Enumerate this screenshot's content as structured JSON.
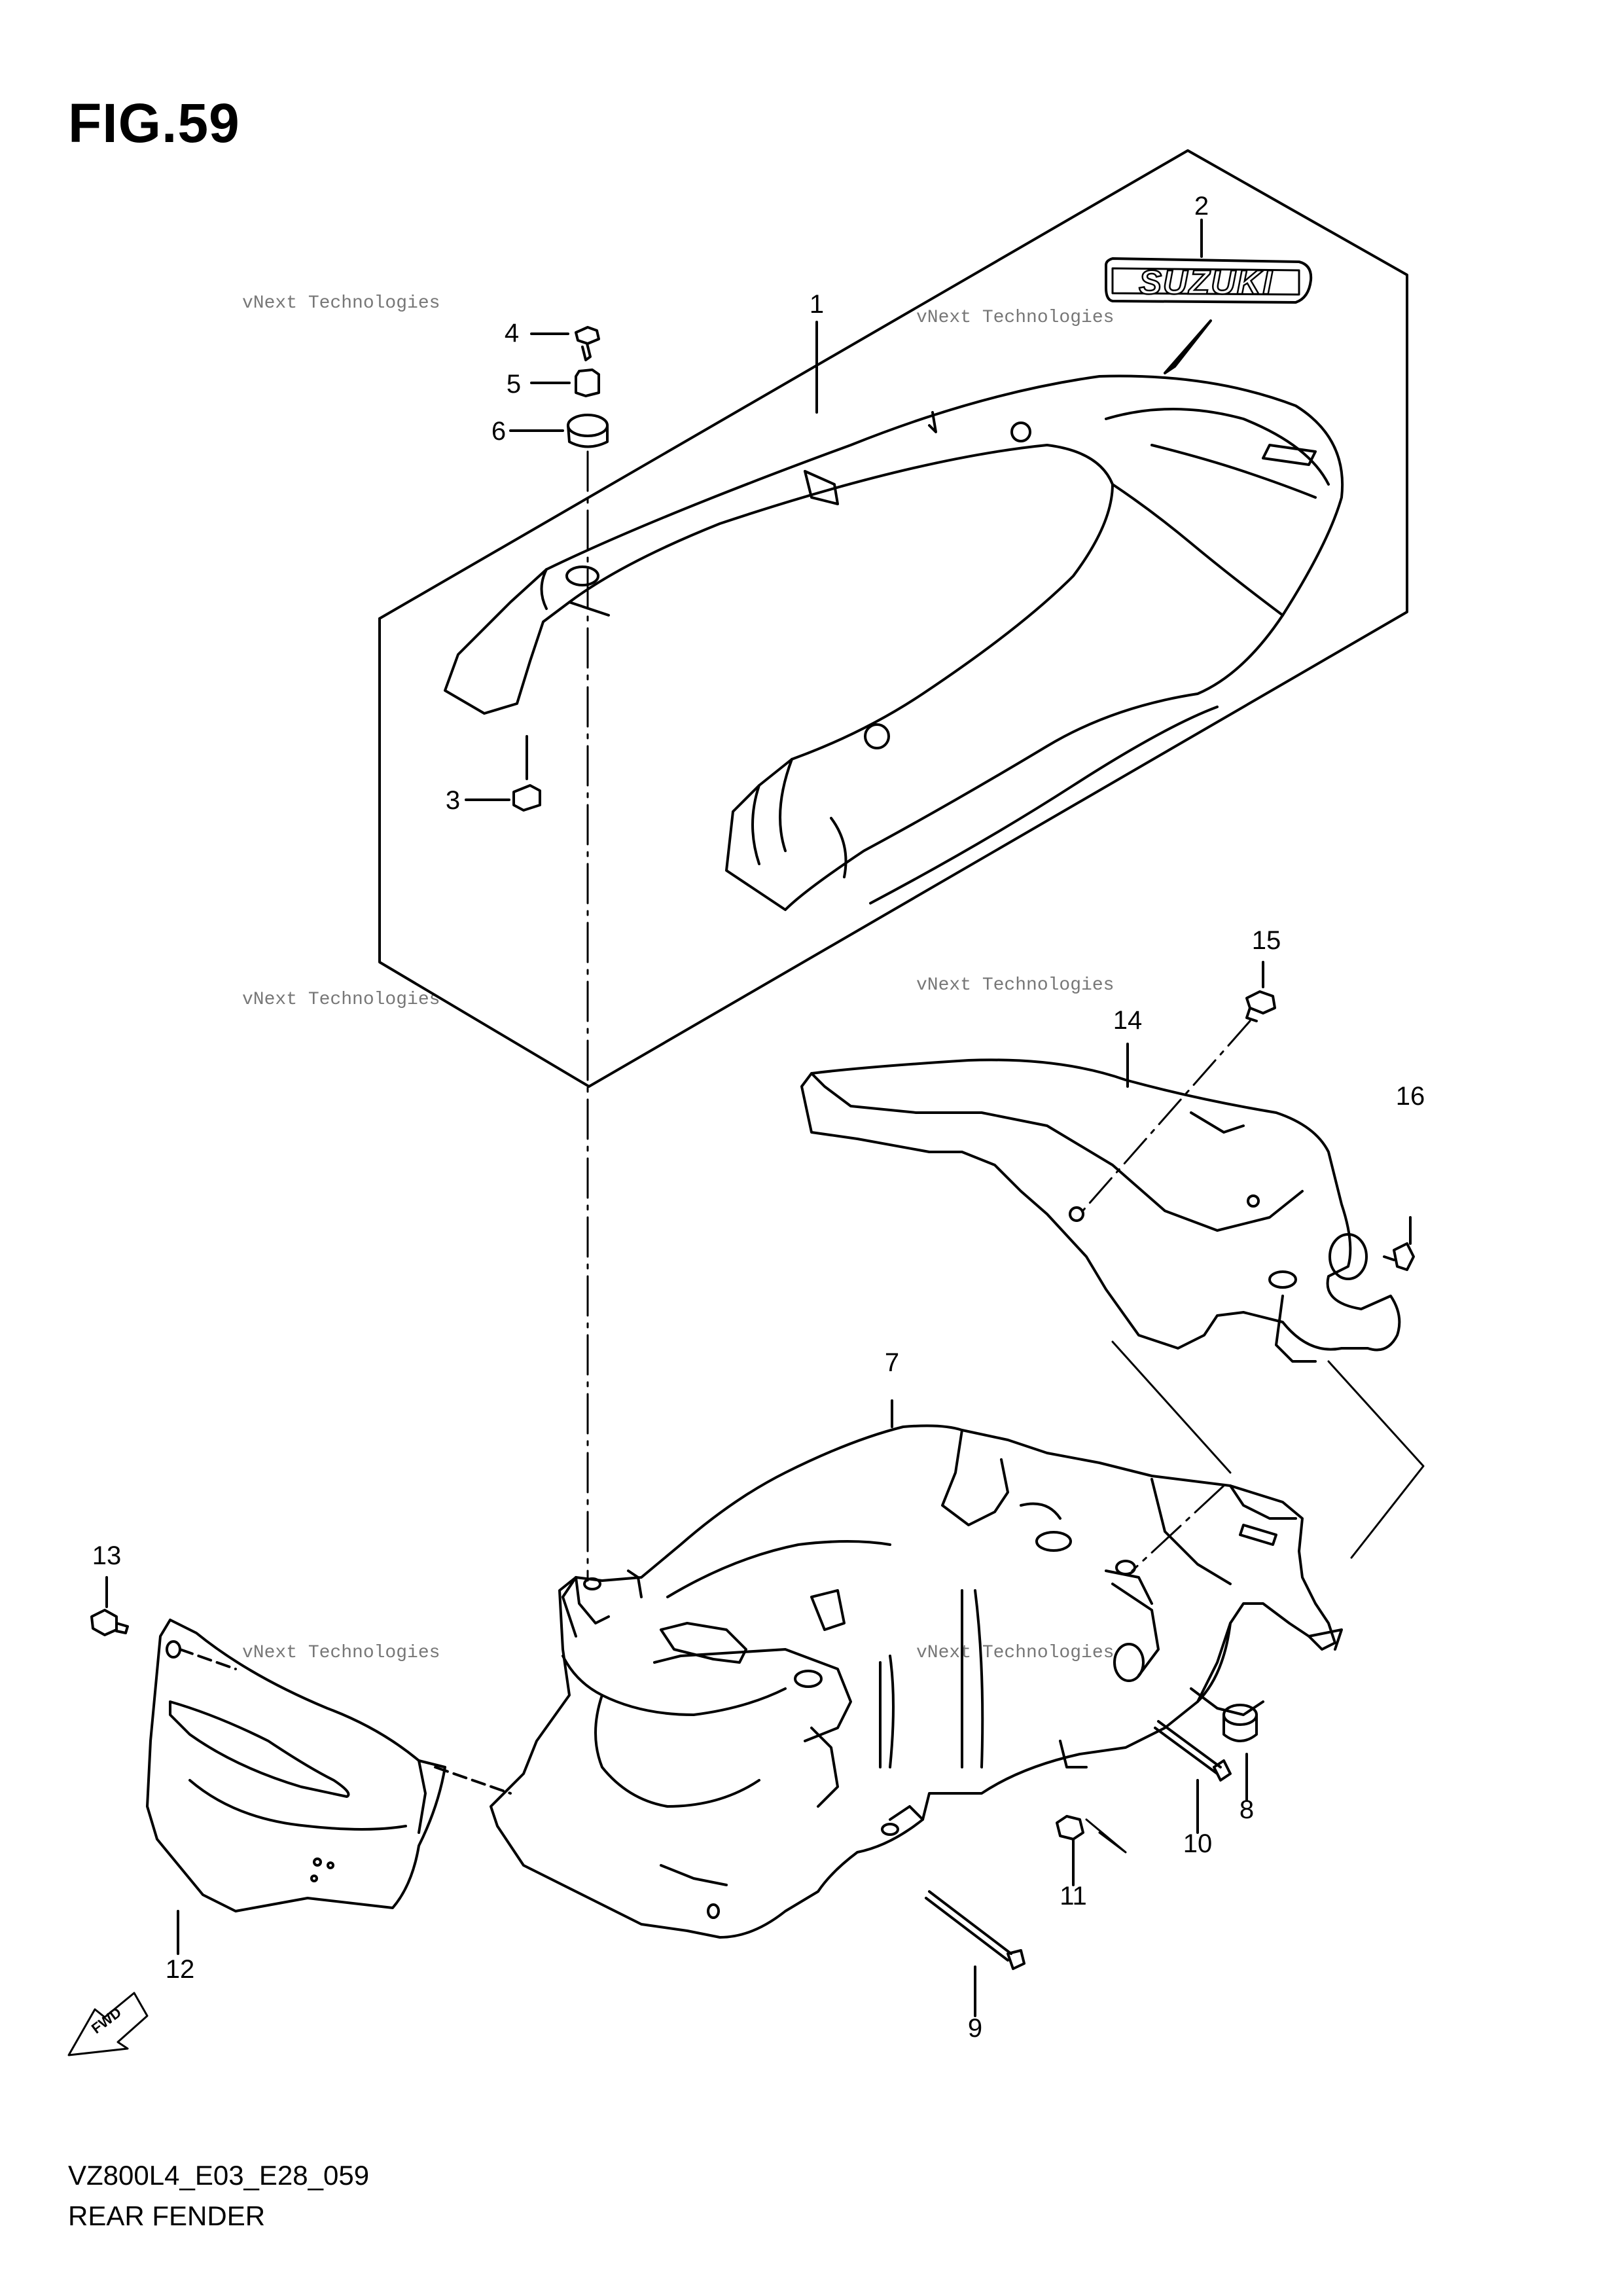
{
  "figure": {
    "title": "FIG.59",
    "code": "VZ800L4_E03_E28_059",
    "caption": "REAR FENDER"
  },
  "emblem_text": "SUZUKI",
  "fwd_text": "FWD",
  "watermark": {
    "line1": "vNext Technologies",
    "line2": "vNext Technologies"
  },
  "callouts": [
    "1",
    "2",
    "3",
    "4",
    "5",
    "6",
    "7",
    "8",
    "9",
    "10",
    "11",
    "12",
    "13",
    "14",
    "15",
    "16"
  ]
}
